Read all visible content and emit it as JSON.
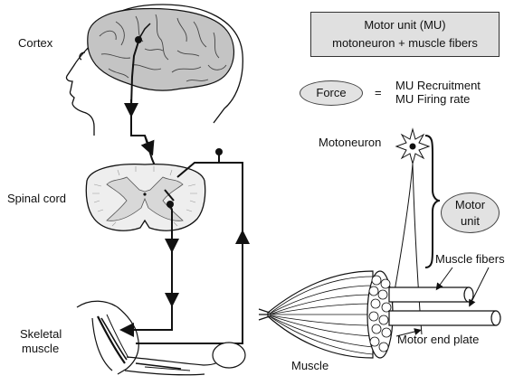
{
  "labels": {
    "cortex": "Cortex",
    "spinal_cord": "Spinal cord",
    "skeletal_muscle_line1": "Skeletal",
    "skeletal_muscle_line2": "muscle",
    "motoneuron": "Motoneuron",
    "muscle_fibers": "Muscle fibers",
    "motor_end_plate": "Motor end plate",
    "muscle": "Muscle"
  },
  "motor_unit_box": {
    "line1": "Motor unit (MU)",
    "line2": "motoneuron + muscle fibers"
  },
  "force_equation": {
    "force": "Force",
    "equals": "=",
    "term1": "MU Recruitment",
    "term2": "MU Firing rate"
  },
  "motor_unit_bubble": {
    "line1": "Motor",
    "line2": "unit"
  },
  "colors": {
    "shading": "#c9c9c9",
    "box_fill": "#e0e0e0",
    "ink": "#111111"
  }
}
